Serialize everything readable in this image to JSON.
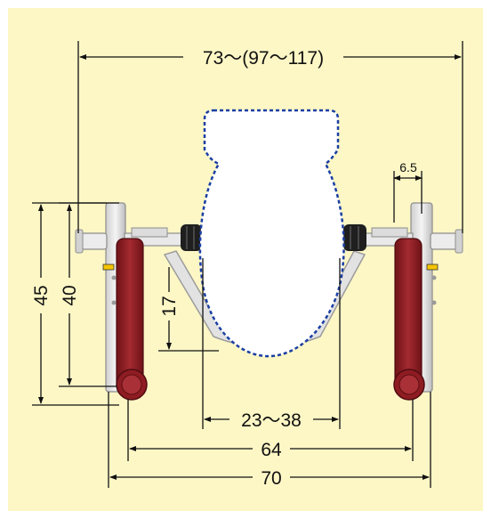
{
  "colors": {
    "background": "#fdf7c6",
    "frame": "#e6e6e6",
    "frame_shade": "#b9b9b9",
    "armrest": "#8e1c22",
    "armrest_dark": "#5e0f13",
    "knob": "#1f1f1f",
    "latch": "#f5c400",
    "seat_outline": "#1a3fa3",
    "seat_fill": "#ffffff",
    "dimension_line": "#111111"
  },
  "dimensions": {
    "overall_width": "73〜(97〜117)",
    "bracket_width": "6.5",
    "height_outer": "45",
    "height_inner": "40",
    "clamp_height": "17",
    "seat_gap": "23〜38",
    "inner_width": "64",
    "outer_width": "70"
  },
  "icons": [
    "armrest-left-icon",
    "armrest-right-icon",
    "toilet-seat-icon",
    "adjust-knob-icon",
    "latch-icon"
  ]
}
